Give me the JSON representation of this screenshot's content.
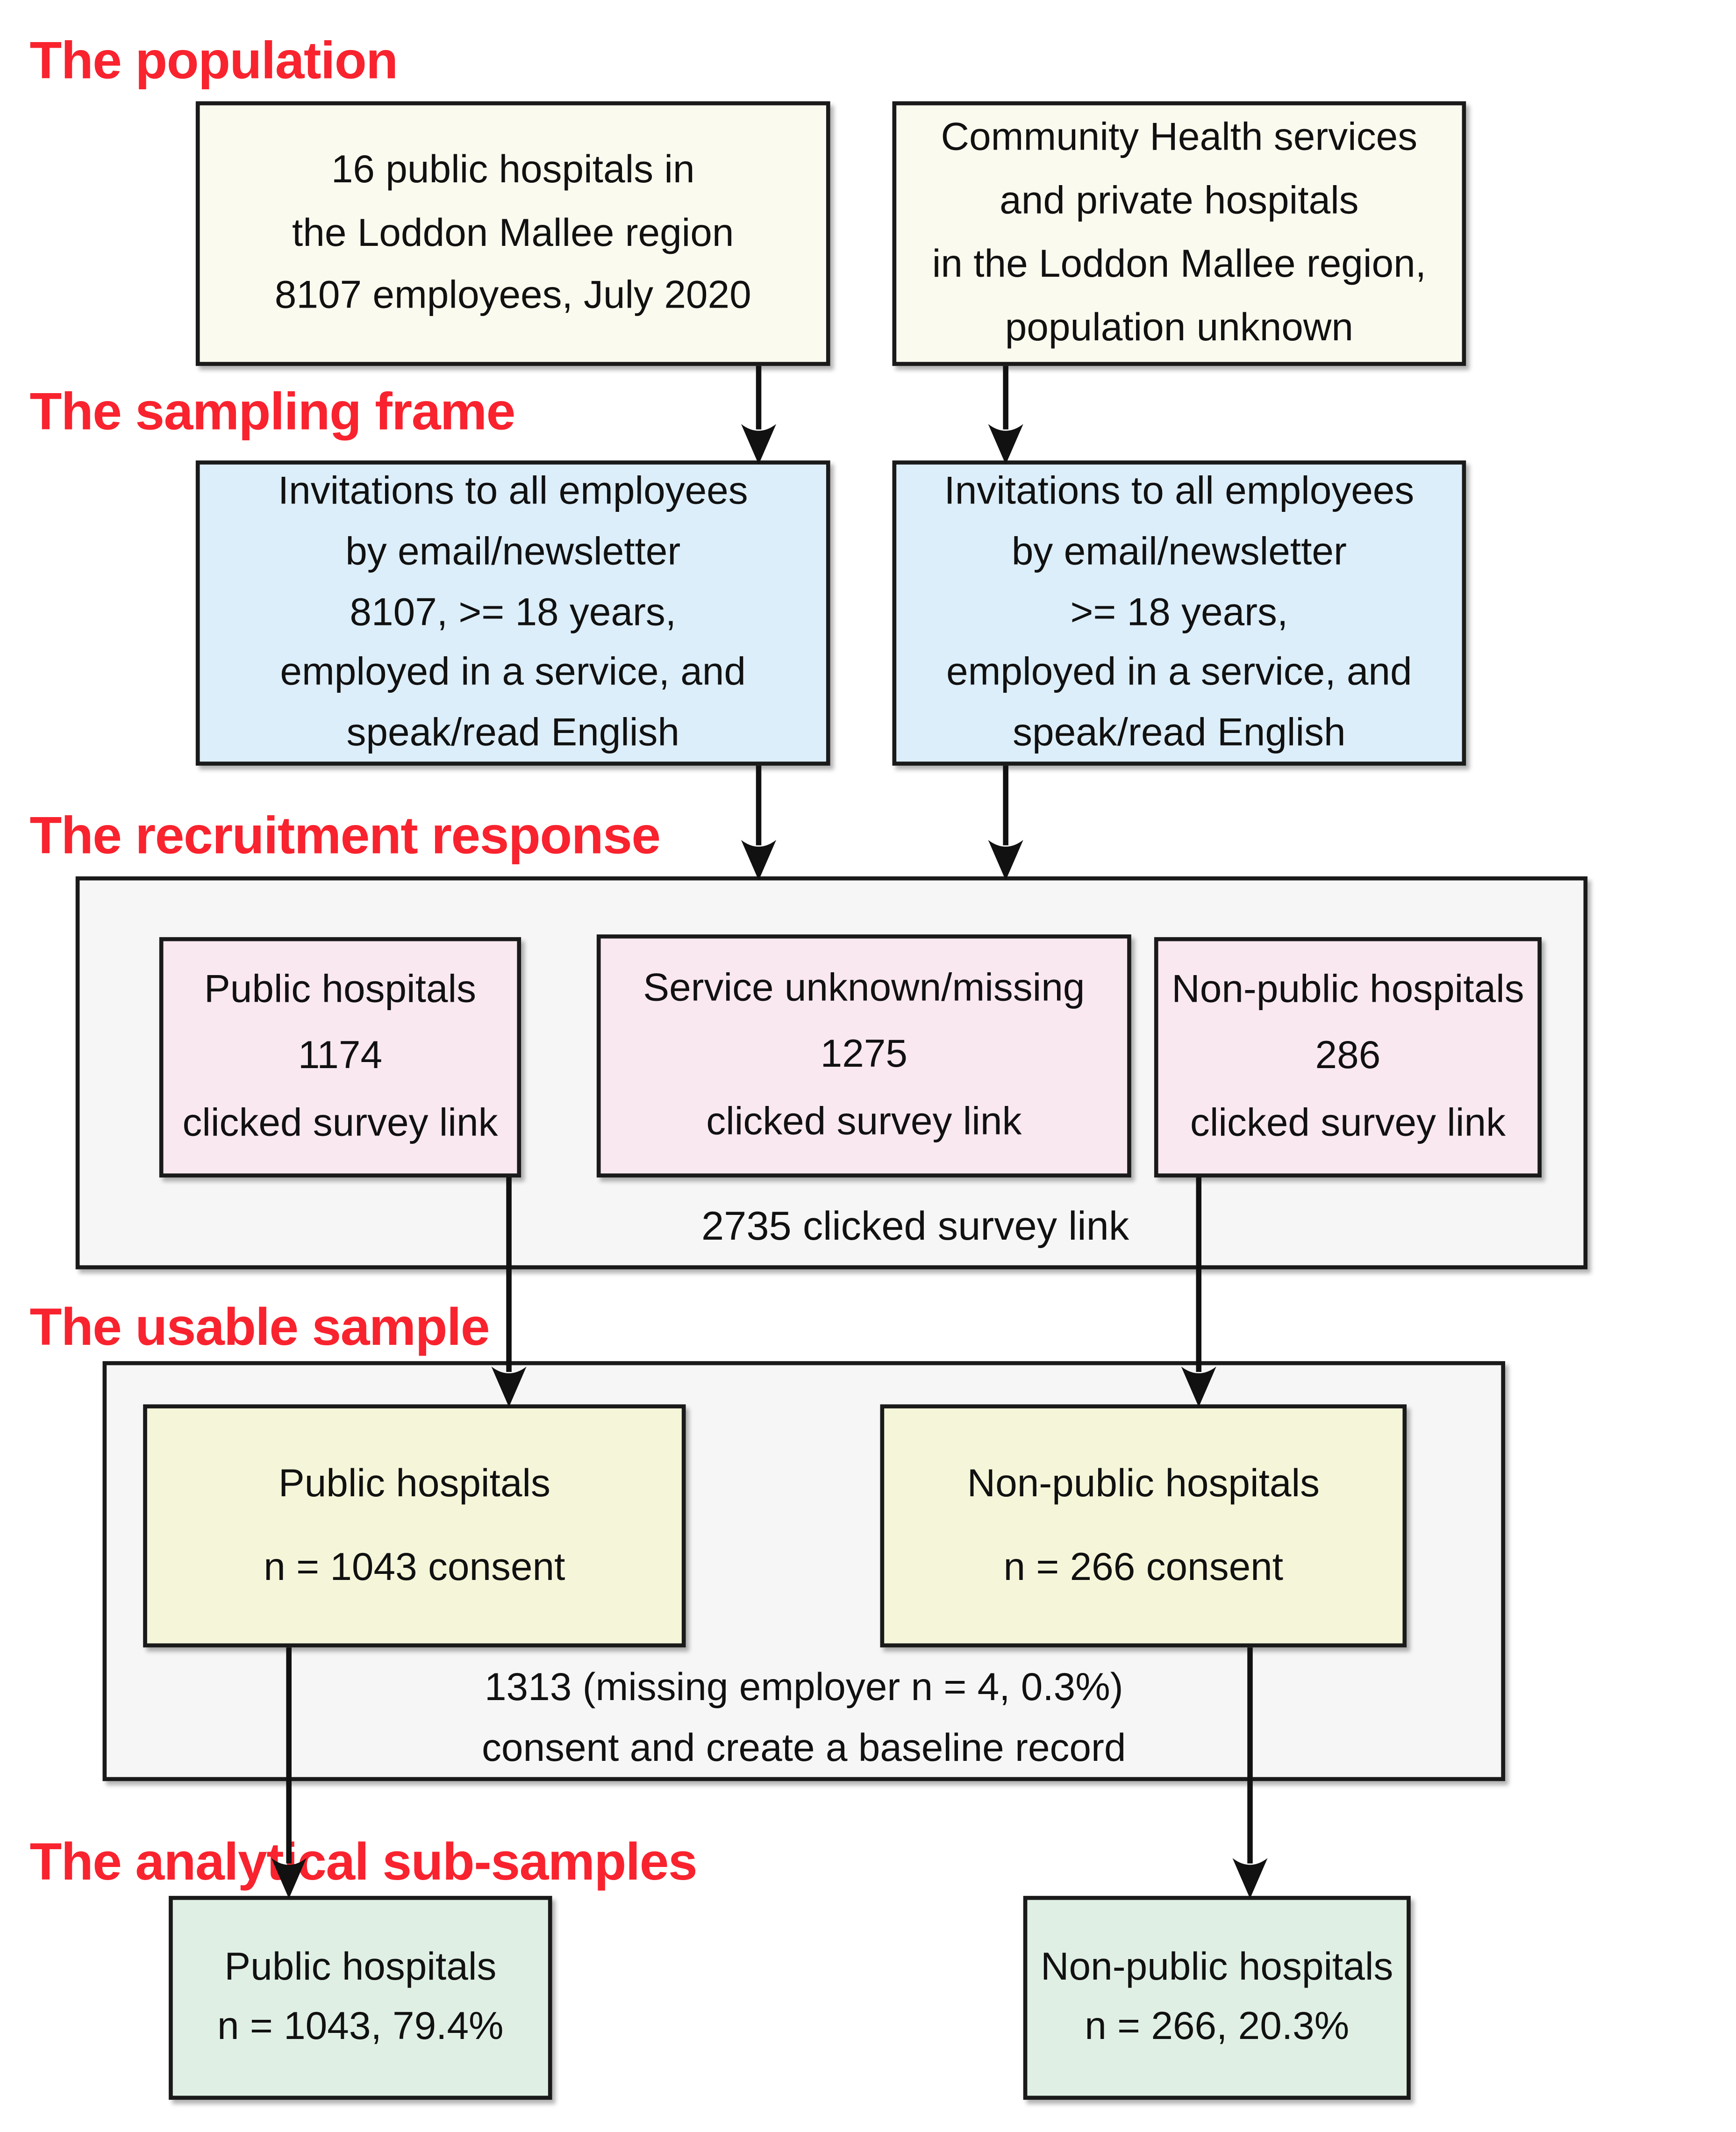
{
  "headings": {
    "population": "The population",
    "sampling_frame": "The sampling frame",
    "recruitment_response": "The recruitment response",
    "usable_sample": "The usable sample",
    "analytical_subsamples": "The analytical sub-samples"
  },
  "population": {
    "public_box_lines": [
      "16 public hospitals in",
      "the Loddon Mallee region",
      "8107 employees, July 2020"
    ],
    "other_box_lines": [
      "Community Health services",
      "and private hospitals",
      "in the Loddon Mallee region,",
      "population unknown"
    ]
  },
  "sampling_frame": {
    "public_box_lines": [
      "Invitations to all employees",
      "by email/newsletter",
      "8107, >= 18 years,",
      "employed in a service, and",
      "speak/read English"
    ],
    "other_box_lines": [
      "Invitations to all employees",
      "by email/newsletter",
      ">= 18 years,",
      "employed in a service, and",
      "speak/read English"
    ]
  },
  "recruitment_response": {
    "public_box_lines": [
      "Public hospitals",
      "1174",
      "clicked survey link"
    ],
    "unknown_box_lines": [
      "Service unknown/missing",
      "1275",
      "clicked survey link"
    ],
    "nonpublic_box_lines": [
      "Non-public hospitals",
      "286",
      "clicked survey link"
    ],
    "total_caption": "2735 clicked survey link"
  },
  "usable_sample": {
    "public_box_lines": [
      "Public hospitals",
      "n = 1043 consent"
    ],
    "nonpublic_box_lines": [
      "Non-public hospitals",
      "n = 266 consent"
    ],
    "total_caption_lines": [
      "1313 (missing employer n = 4, 0.3%)",
      "consent and create a baseline record"
    ]
  },
  "analytical_subsamples": {
    "public_box_lines": [
      "Public hospitals",
      "n = 1043, 79.4%"
    ],
    "nonpublic_box_lines": [
      "Non-public hospitals",
      "n = 266, 20.3%"
    ]
  },
  "colors": {
    "heading_red": "#F8232E",
    "population_box": "#FAFAEE",
    "sampling_frame_box": "#DCEEF9",
    "recruitment_box": "#FAE8F0",
    "usable_box": "#F5F6D9",
    "analytical_box": "#DFEFE4",
    "container_gray": "#F6F6F6",
    "border": "#1a1a1a",
    "arrow": "#111111"
  }
}
